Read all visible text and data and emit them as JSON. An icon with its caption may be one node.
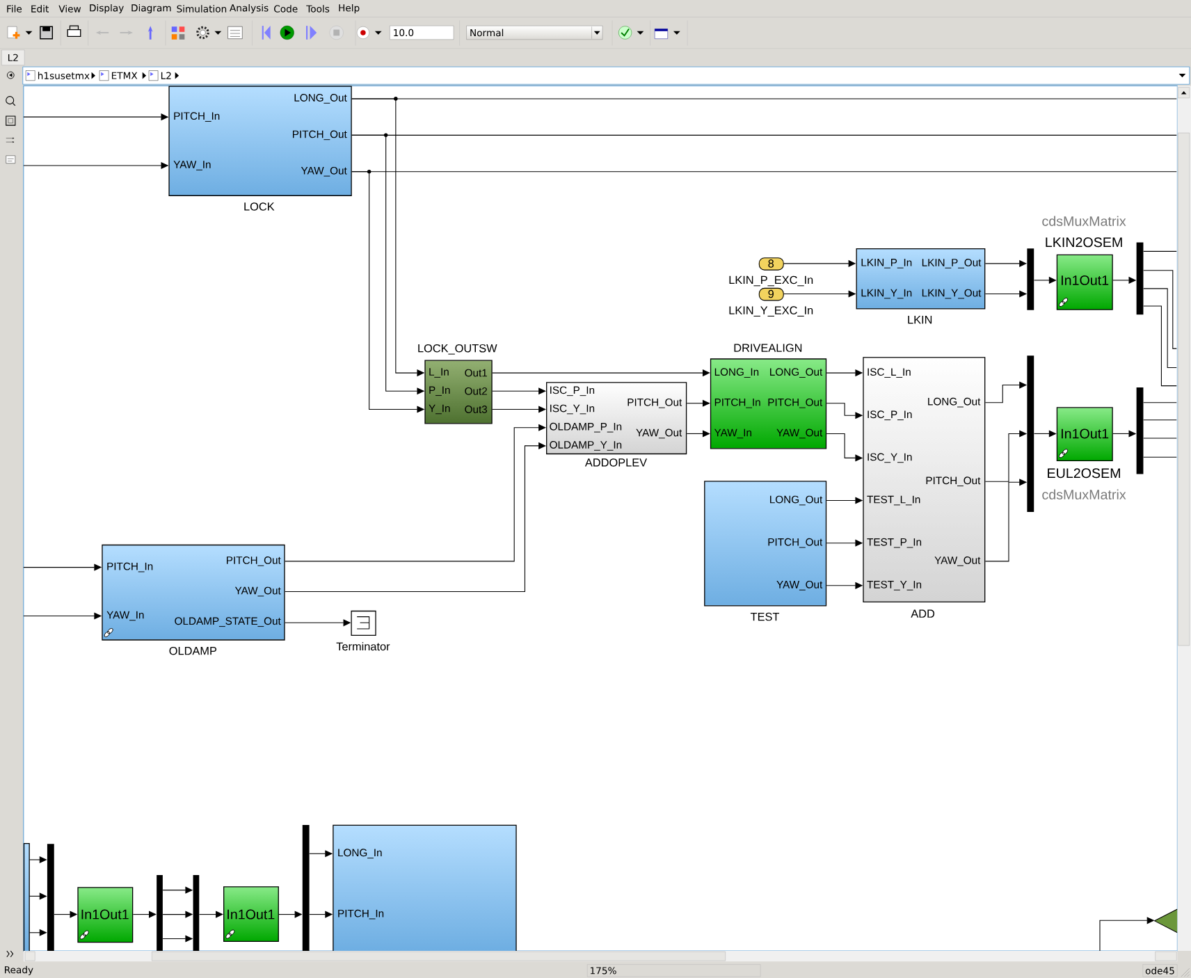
{
  "diagram": {
    "nodes": [
      {
        "text": [
          "PITCH_In",
          "YAW_In",
          "LONG_Out",
          "PITCH_Out",
          "YAW_Out"
        ],
        "beside": [
          "LOCK"
        ]
      },
      {
        "text": [
          "L_In",
          "P_In",
          "Y_In",
          "Out1",
          "Out2",
          "Out3"
        ],
        "beside": [
          "LOCK_OUTSW"
        ]
      },
      {
        "text": [
          "ISC_P_In",
          "ISC_Y_In",
          "OLDAMP_P_In",
          "OLDAMP_Y_In",
          "PITCH_Out",
          "YAW_Out"
        ],
        "beside": [
          "ADDOPLEV"
        ]
      },
      {
        "text": [
          "LONG_In",
          "PITCH_In",
          "YAW_In",
          "LONG_Out",
          "PITCH_Out",
          "YAW_Out"
        ],
        "beside": [
          "DRIVEALIGN"
        ]
      },
      {
        "text": [
          "ISC_L_In",
          "ISC_P_In",
          "ISC_Y_In",
          "TEST_L_In",
          "TEST_P_In",
          "TEST_Y_In",
          "LONG_Out",
          "PITCH_Out",
          "YAW_Out"
        ],
        "beside": [
          "ADD"
        ]
      },
      {
        "text": [
          "LONG_Out",
          "PITCH_Out",
          "YAW_Out"
        ],
        "beside": [
          "TEST"
        ]
      },
      {
        "text": [
          "PITCH_In",
          "YAW_In",
          "PITCH_Out",
          "YAW_Out",
          "OLDAMP_STATE_Out"
        ],
        "beside": [
          "OLDAMP"
        ]
      },
      {
        "text": [],
        "shape": "box",
        "beside": [
          "Terminator"
        ]
      },
      {
        "text": [
          "8"
        ],
        "beside": [
          "LKIN_P_EXC_In"
        ]
      },
      {
        "text": [
          "9"
        ],
        "beside": [
          "LKIN_Y_EXC_In"
        ]
      },
      {
        "text": [
          "LKIN_P_In",
          "LKIN_Y_In",
          "LKIN_P_Out",
          "LKIN_Y_Out"
        ],
        "beside": [
          "LKIN"
        ]
      },
      {
        "text": [],
        "shape": "bar"
      },
      {
        "text": [
          "In1Out1"
        ],
        "beside": [
          "cdsMuxMatrix",
          "LKIN2OSEM"
        ]
      },
      {
        "text": [],
        "shape": "bar"
      },
      {
        "text": [],
        "shape": "bar"
      },
      {
        "text": [
          "In1Out1"
        ],
        "beside": [
          "EUL2OSEM",
          "cdsMuxMatrix"
        ]
      },
      {
        "text": [],
        "shape": "bar"
      },
      {
        "text": [],
        "shape": "box"
      },
      {
        "text": [],
        "shape": "bar"
      },
      {
        "text": [
          "In1Out1"
        ]
      },
      {
        "text": [],
        "shape": "bar"
      },
      {
        "text": [],
        "shape": "bar"
      },
      {
        "text": [
          "In1Out1"
        ]
      },
      {
        "text": [],
        "shape": "bar"
      },
      {
        "text": [
          "LONG_In",
          "PITCH_In"
        ]
      },
      {
        "text": [],
        "shape": "triangle"
      }
    ],
    "edges": [
      {
        "from": null,
        "to": 0,
        "arrow": "to"
      },
      {
        "from": null,
        "to": 0,
        "arrow": "to"
      },
      {
        "from": 0,
        "to": null,
        "arrow": "none"
      },
      {
        "from": 0,
        "to": 1,
        "arrow": "to"
      },
      {
        "from": 0,
        "to": null,
        "arrow": "none"
      },
      {
        "from": 0,
        "to": 1,
        "arrow": "to"
      },
      {
        "from": 0,
        "to": null,
        "arrow": "none"
      },
      {
        "from": 0,
        "to": 1,
        "arrow": "to"
      },
      {
        "from": 1,
        "to": 3,
        "arrow": "to"
      },
      {
        "from": 1,
        "to": 2,
        "arrow": "to"
      },
      {
        "from": 1,
        "to": 2,
        "arrow": "to"
      },
      {
        "from": null,
        "to": 6,
        "arrow": "to"
      },
      {
        "from": null,
        "to": 6,
        "arrow": "to"
      },
      {
        "from": 6,
        "to": 2,
        "arrow": "to"
      },
      {
        "from": 6,
        "to": 2,
        "arrow": "to"
      },
      {
        "from": 6,
        "to": 7,
        "arrow": "to"
      },
      {
        "from": 2,
        "to": 3,
        "arrow": "to"
      },
      {
        "from": 2,
        "to": 3,
        "arrow": "to"
      },
      {
        "from": 3,
        "to": 4,
        "arrow": "to"
      },
      {
        "from": 3,
        "to": 4,
        "arrow": "to"
      },
      {
        "from": 3,
        "to": 4,
        "arrow": "to"
      },
      {
        "from": 5,
        "to": 4,
        "arrow": "to"
      },
      {
        "from": 5,
        "to": 4,
        "arrow": "to"
      },
      {
        "from": 5,
        "to": 4,
        "arrow": "to"
      },
      {
        "from": 4,
        "to": 14,
        "arrow": "to"
      },
      {
        "from": 4,
        "to": 14,
        "arrow": "to"
      },
      {
        "from": 4,
        "to": 14,
        "arrow": "to"
      },
      {
        "from": 8,
        "to": 10,
        "arrow": "to"
      },
      {
        "from": 9,
        "to": 10,
        "arrow": "to"
      },
      {
        "from": 10,
        "to": 11,
        "arrow": "to"
      },
      {
        "from": 10,
        "to": 11,
        "arrow": "to"
      },
      {
        "from": 11,
        "to": 12,
        "arrow": "to"
      },
      {
        "from": 12,
        "to": 13,
        "arrow": "to"
      },
      {
        "from": 13,
        "to": null,
        "arrow": "none"
      },
      {
        "from": 13,
        "to": null,
        "arrow": "none"
      },
      {
        "from": 13,
        "to": null,
        "arrow": "none"
      },
      {
        "from": 13,
        "to": null,
        "arrow": "none"
      },
      {
        "from": 14,
        "to": 15,
        "arrow": "to"
      },
      {
        "from": 15,
        "to": 16,
        "arrow": "to"
      },
      {
        "from": 16,
        "to": null,
        "arrow": "none"
      },
      {
        "from": 16,
        "to": null,
        "arrow": "none"
      },
      {
        "from": 16,
        "to": null,
        "arrow": "none"
      },
      {
        "from": 16,
        "to": null,
        "arrow": "none"
      },
      {
        "from": 17,
        "to": 18,
        "arrow": "to"
      },
      {
        "from": 17,
        "to": 18,
        "arrow": "to"
      },
      {
        "from": 17,
        "to": 18,
        "arrow": "to"
      },
      {
        "from": 18,
        "to": 19,
        "arrow": "to"
      },
      {
        "from": 19,
        "to": 20,
        "arrow": "to"
      },
      {
        "from": 20,
        "to": 21,
        "arrow": "to"
      },
      {
        "from": 20,
        "to": 21,
        "arrow": "to"
      },
      {
        "from": 20,
        "to": 21,
        "arrow": "to"
      },
      {
        "from": 21,
        "to": 22,
        "arrow": "to"
      },
      {
        "from": 22,
        "to": 23,
        "arrow": "to"
      },
      {
        "from": 23,
        "to": 24,
        "arrow": "to"
      },
      {
        "from": 23,
        "to": 24,
        "arrow": "to"
      },
      {
        "from": null,
        "to": 25,
        "arrow": "to"
      }
    ],
    "labels": [
      "File",
      "Edit",
      "View",
      "Display",
      "Diagram",
      "Simulation",
      "Analysis",
      "Code",
      "Tools",
      "Help",
      "10.0",
      "Normal",
      "L2",
      "h1susetmx",
      "ETMX",
      "L2",
      "Ready",
      "175%",
      "ode45"
    ]
  }
}
